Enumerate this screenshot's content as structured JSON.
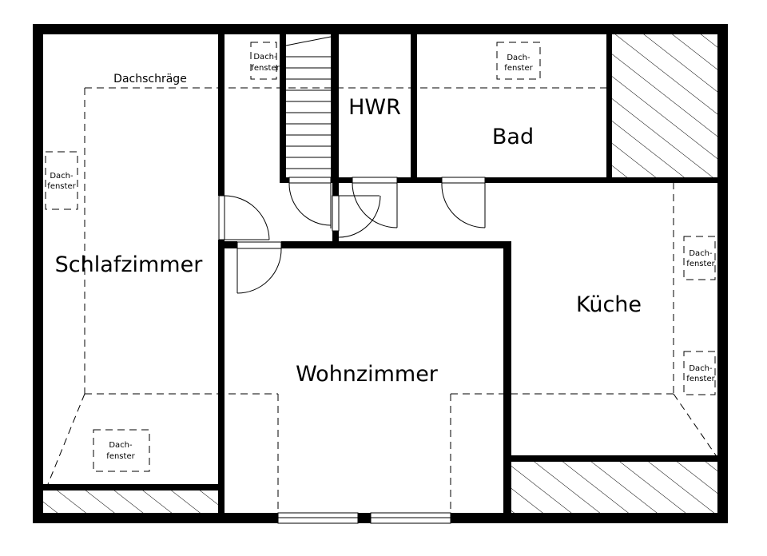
{
  "rooms": {
    "schlafzimmer": "Schlafzimmer",
    "wohnzimmer": "Wohnzimmer",
    "kueche": "Küche",
    "bad": "Bad",
    "hwr": "HWR"
  },
  "labels": {
    "dachschraege": "Dachschräge",
    "dachfenster_line1": "Dach-",
    "dachfenster_line2": "fenster"
  },
  "colors": {
    "wall": "#000000",
    "background": "#ffffff",
    "hatch": "#000000"
  }
}
